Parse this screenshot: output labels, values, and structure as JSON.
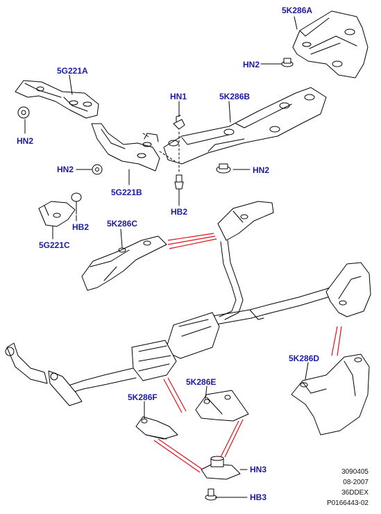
{
  "diagram": {
    "labels": {
      "k286a": "5K286A",
      "hn2_top": "HN2",
      "g221a": "5G221A",
      "hn2_left": "HN2",
      "hn1": "HN1",
      "k286b": "5K286B",
      "hn2_mid": "HN2",
      "g221b": "5G221B",
      "hn2_right": "HN2",
      "hb2_center": "HB2",
      "hb2_left": "HB2",
      "g221c": "5G221C",
      "k286c": "5K286C",
      "k286d": "5K286D",
      "k286e": "5K286E",
      "k286f": "5K286F",
      "hn3": "HN3",
      "hb3": "HB3"
    },
    "meta": {
      "code": "3090405",
      "date": "08-2007",
      "ref": "36DDEX",
      "part": "P0166443-02"
    },
    "colors": {
      "label": "#1a1aa6",
      "leader": "#e0101a",
      "line": "#000000"
    }
  }
}
